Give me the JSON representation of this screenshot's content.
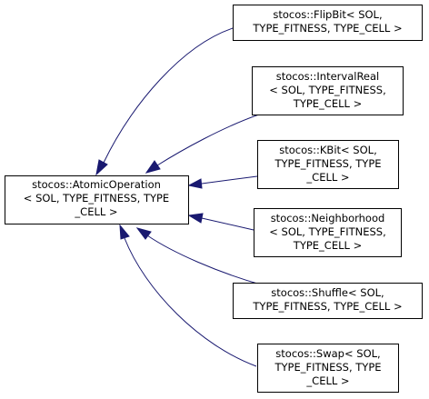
{
  "base": {
    "lines": [
      "stocos::AtomicOperation",
      "< SOL, TYPE_FITNESS, TYPE",
      "_CELL >"
    ]
  },
  "derived": [
    {
      "id": "flipbit",
      "lines": [
        "stocos::FlipBit< SOL,",
        "TYPE_FITNESS, TYPE_CELL >"
      ]
    },
    {
      "id": "intervalreal",
      "lines": [
        "stocos::IntervalReal",
        "< SOL, TYPE_FITNESS,",
        "TYPE_CELL >"
      ]
    },
    {
      "id": "kbit",
      "lines": [
        "stocos::KBit< SOL,",
        "TYPE_FITNESS, TYPE",
        "_CELL >"
      ]
    },
    {
      "id": "neighborhood",
      "lines": [
        "stocos::Neighborhood",
        "< SOL, TYPE_FITNESS,",
        "TYPE_CELL >"
      ]
    },
    {
      "id": "shuffle",
      "lines": [
        "stocos::Shuffle< SOL,",
        "TYPE_FITNESS, TYPE_CELL >"
      ]
    },
    {
      "id": "swap",
      "lines": [
        "stocos::Swap< SOL,",
        "TYPE_FITNESS, TYPE",
        "_CELL >"
      ]
    }
  ],
  "colors": {
    "edge": "#191970",
    "box_border": "#000000",
    "background": "#ffffff"
  }
}
